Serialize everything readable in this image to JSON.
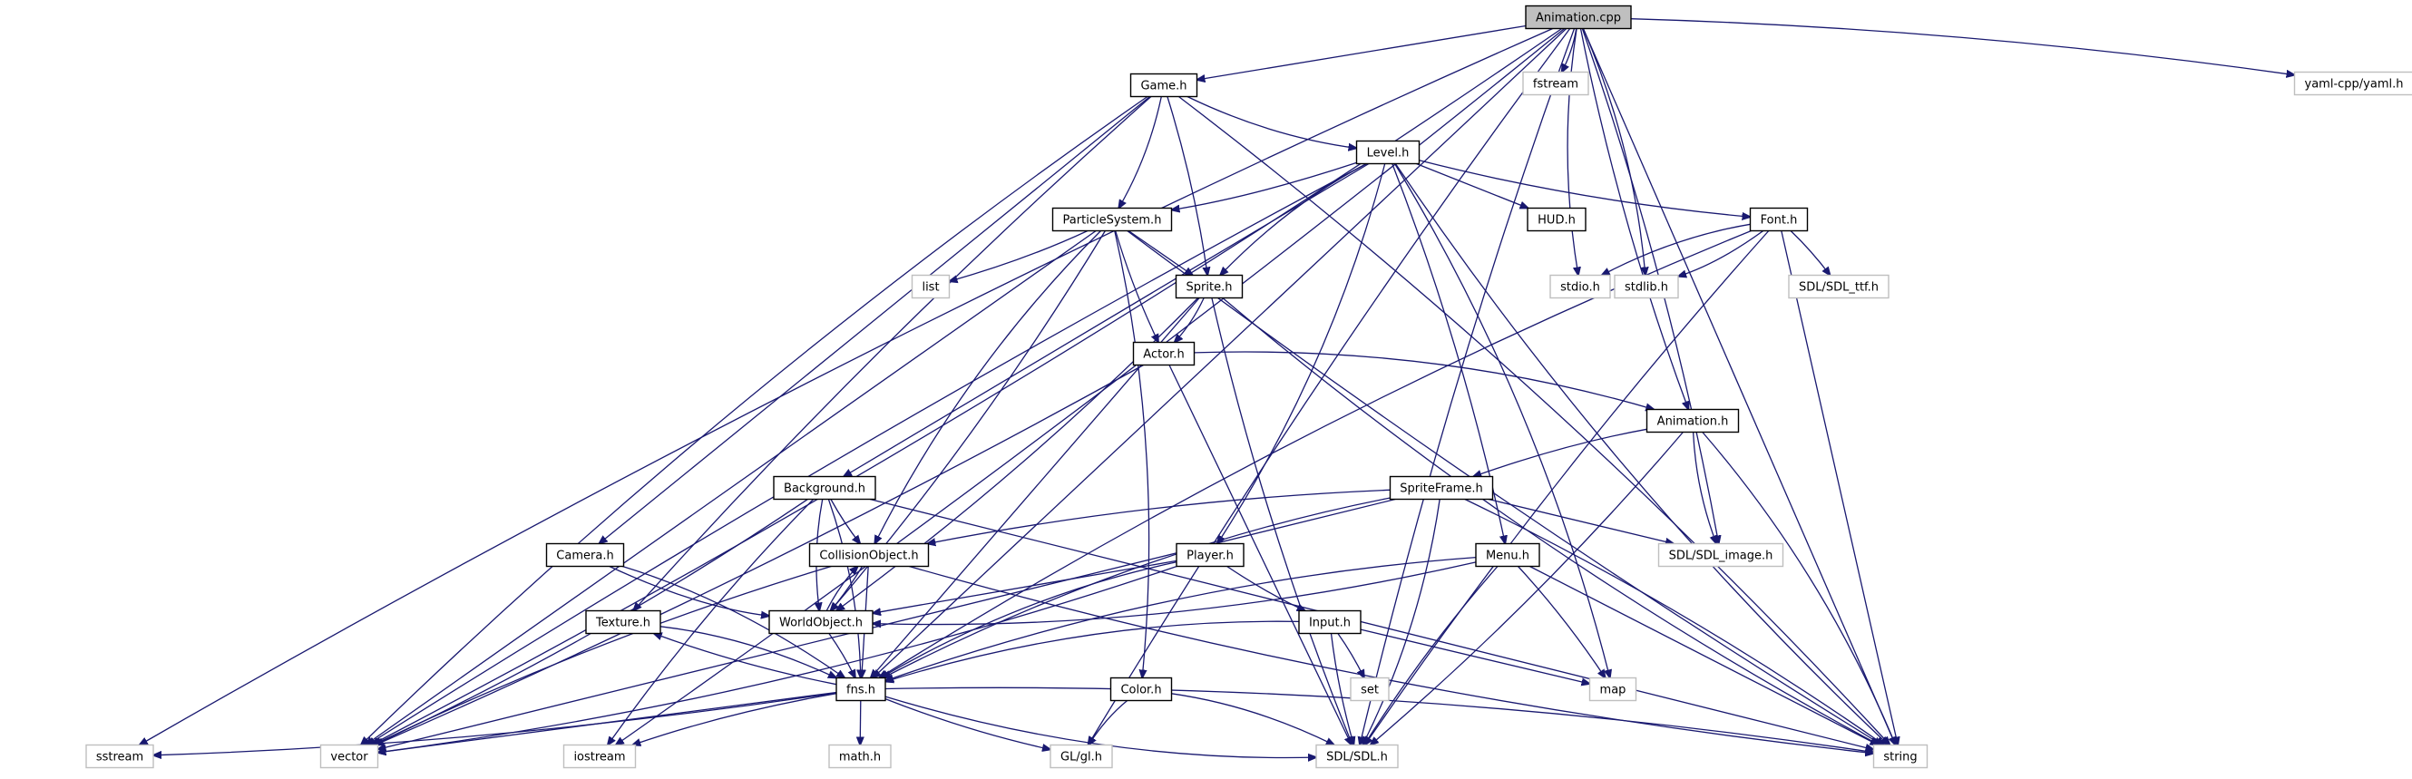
{
  "diagram": {
    "title": "Animation.cpp include dependency graph",
    "colors": {
      "edge": "#191970",
      "root_fill": "#bfbfbf",
      "root_border": "#000000",
      "documented_fill": "#ffffff",
      "documented_border": "#000000",
      "external_fill": "#ffffff",
      "external_border": "#bfbfbf"
    },
    "nodes": [
      {
        "id": "animation_cpp",
        "label": "Animation.cpp",
        "kind": "root"
      },
      {
        "id": "fstream",
        "label": "fstream",
        "kind": "external"
      },
      {
        "id": "yaml",
        "label": "yaml-cpp/yaml.h",
        "kind": "external"
      },
      {
        "id": "game_h",
        "label": "Game.h",
        "kind": "documented"
      },
      {
        "id": "level_h",
        "label": "Level.h",
        "kind": "documented"
      },
      {
        "id": "particlesystem_h",
        "label": "ParticleSystem.h",
        "kind": "documented"
      },
      {
        "id": "hud_h",
        "label": "HUD.h",
        "kind": "documented"
      },
      {
        "id": "font_h",
        "label": "Font.h",
        "kind": "documented"
      },
      {
        "id": "list",
        "label": "list",
        "kind": "external"
      },
      {
        "id": "sprite_h",
        "label": "Sprite.h",
        "kind": "documented"
      },
      {
        "id": "stdio_h",
        "label": "stdio.h",
        "kind": "external"
      },
      {
        "id": "stdlib_h",
        "label": "stdlib.h",
        "kind": "external"
      },
      {
        "id": "sdl_ttf",
        "label": "SDL/SDL_ttf.h",
        "kind": "external"
      },
      {
        "id": "actor_h",
        "label": "Actor.h",
        "kind": "documented"
      },
      {
        "id": "animation_h",
        "label": "Animation.h",
        "kind": "documented"
      },
      {
        "id": "spriteframe_h",
        "label": "SpriteFrame.h",
        "kind": "documented"
      },
      {
        "id": "background_h",
        "label": "Background.h",
        "kind": "documented"
      },
      {
        "id": "camera_h",
        "label": "Camera.h",
        "kind": "documented"
      },
      {
        "id": "collisionobject_h",
        "label": "CollisionObject.h",
        "kind": "documented"
      },
      {
        "id": "player_h",
        "label": "Player.h",
        "kind": "documented"
      },
      {
        "id": "menu_h",
        "label": "Menu.h",
        "kind": "documented"
      },
      {
        "id": "sdl_image",
        "label": "SDL/SDL_image.h",
        "kind": "external"
      },
      {
        "id": "texture_h",
        "label": "Texture.h",
        "kind": "documented"
      },
      {
        "id": "worldobject_h",
        "label": "WorldObject.h",
        "kind": "documented"
      },
      {
        "id": "input_h",
        "label": "Input.h",
        "kind": "documented"
      },
      {
        "id": "fns_h",
        "label": "fns.h",
        "kind": "documented"
      },
      {
        "id": "color_h",
        "label": "Color.h",
        "kind": "documented"
      },
      {
        "id": "set",
        "label": "set",
        "kind": "external"
      },
      {
        "id": "map",
        "label": "map",
        "kind": "external"
      },
      {
        "id": "sstream",
        "label": "sstream",
        "kind": "external"
      },
      {
        "id": "vector",
        "label": "vector",
        "kind": "external"
      },
      {
        "id": "iostream",
        "label": "iostream",
        "kind": "external"
      },
      {
        "id": "math_h",
        "label": "math.h",
        "kind": "external"
      },
      {
        "id": "gl_h",
        "label": "GL/gl.h",
        "kind": "external"
      },
      {
        "id": "sdl_h",
        "label": "SDL/SDL.h",
        "kind": "external"
      },
      {
        "id": "string",
        "label": "string",
        "kind": "external"
      }
    ],
    "edges": [
      [
        "animation_cpp",
        "fstream"
      ],
      [
        "animation_cpp",
        "yaml"
      ],
      [
        "animation_cpp",
        "game_h"
      ],
      [
        "animation_cpp",
        "animation_h"
      ],
      [
        "animation_cpp",
        "stdio_h"
      ],
      [
        "animation_cpp",
        "stdlib_h"
      ],
      [
        "animation_cpp",
        "sdl_image"
      ],
      [
        "animation_cpp",
        "string"
      ],
      [
        "animation_cpp",
        "sdl_h"
      ],
      [
        "animation_cpp",
        "sstream"
      ],
      [
        "animation_cpp",
        "vector"
      ],
      [
        "animation_cpp",
        "iostream"
      ],
      [
        "animation_cpp",
        "fns_h"
      ],
      [
        "animation_cpp",
        "gl_h"
      ],
      [
        "game_h",
        "level_h"
      ],
      [
        "game_h",
        "particlesystem_h"
      ],
      [
        "game_h",
        "sprite_h"
      ],
      [
        "game_h",
        "camera_h"
      ],
      [
        "game_h",
        "texture_h"
      ],
      [
        "game_h",
        "vector"
      ],
      [
        "game_h",
        "string"
      ],
      [
        "level_h",
        "particlesystem_h"
      ],
      [
        "level_h",
        "hud_h"
      ],
      [
        "level_h",
        "font_h"
      ],
      [
        "level_h",
        "sprite_h"
      ],
      [
        "level_h",
        "player_h"
      ],
      [
        "level_h",
        "menu_h"
      ],
      [
        "level_h",
        "background_h"
      ],
      [
        "level_h",
        "vector"
      ],
      [
        "level_h",
        "string"
      ],
      [
        "level_h",
        "map"
      ],
      [
        "particlesystem_h",
        "list"
      ],
      [
        "particlesystem_h",
        "sprite_h"
      ],
      [
        "particlesystem_h",
        "actor_h"
      ],
      [
        "particlesystem_h",
        "collisionobject_h"
      ],
      [
        "particlesystem_h",
        "color_h"
      ],
      [
        "particlesystem_h",
        "worldobject_h"
      ],
      [
        "particlesystem_h",
        "vector"
      ],
      [
        "particlesystem_h",
        "string"
      ],
      [
        "font_h",
        "stdio_h"
      ],
      [
        "font_h",
        "stdlib_h"
      ],
      [
        "font_h",
        "sdl_ttf"
      ],
      [
        "font_h",
        "string"
      ],
      [
        "font_h",
        "sdl_h"
      ],
      [
        "font_h",
        "fns_h"
      ],
      [
        "sprite_h",
        "actor_h"
      ],
      [
        "sprite_h",
        "worldobject_h"
      ],
      [
        "sprite_h",
        "fns_h"
      ],
      [
        "sprite_h",
        "sdl_h"
      ],
      [
        "sprite_h",
        "string"
      ],
      [
        "actor_h",
        "animation_h"
      ],
      [
        "actor_h",
        "vector"
      ],
      [
        "actor_h",
        "sdl_h"
      ],
      [
        "animation_h",
        "spriteframe_h"
      ],
      [
        "animation_h",
        "sdl_image"
      ],
      [
        "animation_h",
        "string"
      ],
      [
        "animation_h",
        "sdl_h"
      ],
      [
        "spriteframe_h",
        "sdl_image"
      ],
      [
        "spriteframe_h",
        "collisionobject_h"
      ],
      [
        "spriteframe_h",
        "fns_h"
      ],
      [
        "spriteframe_h",
        "sdl_h"
      ],
      [
        "spriteframe_h",
        "string"
      ],
      [
        "spriteframe_h",
        "vector"
      ],
      [
        "background_h",
        "collisionobject_h"
      ],
      [
        "background_h",
        "worldobject_h"
      ],
      [
        "background_h",
        "fns_h"
      ],
      [
        "background_h",
        "vector"
      ],
      [
        "background_h",
        "string"
      ],
      [
        "background_h",
        "iostream"
      ],
      [
        "camera_h",
        "worldobject_h"
      ],
      [
        "camera_h",
        "fns_h"
      ],
      [
        "collisionobject_h",
        "worldobject_h"
      ],
      [
        "collisionobject_h",
        "fns_h"
      ],
      [
        "collisionobject_h",
        "vector"
      ],
      [
        "collisionobject_h",
        "string"
      ],
      [
        "worldobject_h",
        "collisionobject_h"
      ],
      [
        "worldobject_h",
        "fns_h"
      ],
      [
        "player_h",
        "worldobject_h"
      ],
      [
        "player_h",
        "input_h"
      ],
      [
        "player_h",
        "fns_h"
      ],
      [
        "player_h",
        "vector"
      ],
      [
        "menu_h",
        "map"
      ],
      [
        "menu_h",
        "string"
      ],
      [
        "menu_h",
        "sdl_h"
      ],
      [
        "menu_h",
        "fns_h"
      ],
      [
        "menu_h",
        "worldobject_h"
      ],
      [
        "input_h",
        "set"
      ],
      [
        "input_h",
        "map"
      ],
      [
        "input_h",
        "sdl_h"
      ],
      [
        "input_h",
        "fns_h"
      ],
      [
        "texture_h",
        "fns_h"
      ],
      [
        "fns_h",
        "texture_h"
      ],
      [
        "fns_h",
        "math_h"
      ],
      [
        "fns_h",
        "gl_h"
      ],
      [
        "fns_h",
        "sdl_h"
      ],
      [
        "fns_h",
        "string"
      ],
      [
        "fns_h",
        "sstream"
      ],
      [
        "fns_h",
        "vector"
      ],
      [
        "fns_h",
        "iostream"
      ],
      [
        "color_h",
        "gl_h"
      ],
      [
        "color_h",
        "sdl_h"
      ]
    ]
  }
}
